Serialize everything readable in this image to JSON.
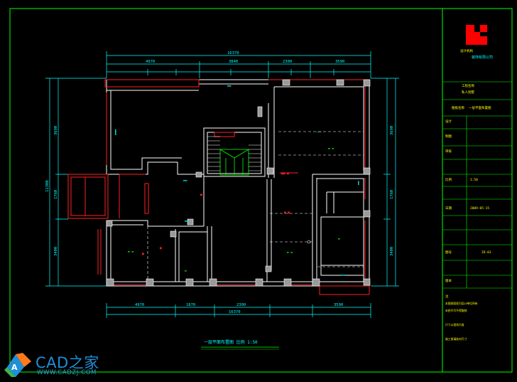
{
  "drawing": {
    "plan_title": "一层平面布置图  比例 1:50",
    "dimension_top": [
      "4970",
      "3840",
      "2300",
      "3590"
    ],
    "dimension_bottom": [
      "4970",
      "1870",
      "2300",
      "3590"
    ],
    "dimension_left": [
      "3690",
      "1760",
      "3400"
    ],
    "dimension_right": [
      "3690",
      "1760",
      "3400"
    ]
  },
  "title_block": {
    "company_small": "设计机构",
    "company_name": "装饰有限公司",
    "project_label": "工程名称",
    "project_value": "私人别墅",
    "drawing_name_label": "图纸名称",
    "drawing_name_value": "一层平面布置图",
    "designer_label": "设计",
    "designer_value": "",
    "drawn_label": "制图",
    "checked_label": "审核",
    "scale_label": "比例",
    "scale_value": "1:50",
    "date_label": "日期",
    "date_value": "2009-05-15",
    "sheet_label": "图号",
    "sheet_value": "ID-01",
    "version_label": "版本",
    "notes_label": "注",
    "notes": [
      "本图纸版权归设计单位所有",
      "未经许可不得复制",
      "尺寸以现场为准",
      "施工前请核对尺寸"
    ]
  },
  "watermark": {
    "brand": "CAD之家",
    "url": "WWW.CADZJ.COM",
    "brand_color": "#1f8fd8",
    "accent_color": "#ff7a1a"
  },
  "colors": {
    "background": "#000000",
    "frame": "#00ff00",
    "wall": "#ffffff",
    "accent_wall": "#ff2020",
    "dimension": "#00ffff",
    "stair": "#00ff00",
    "logo": "#ff0000"
  }
}
